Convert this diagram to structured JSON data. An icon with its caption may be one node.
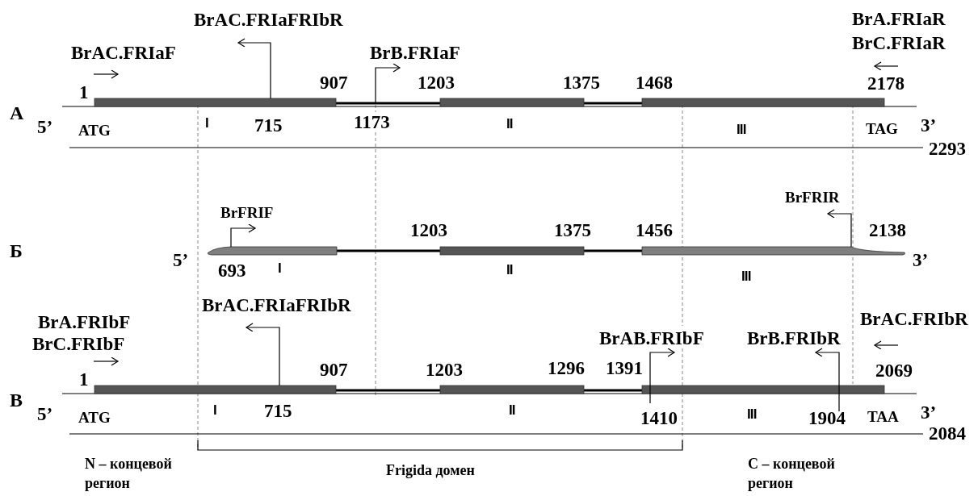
{
  "diagram": {
    "labels": [
      "BrAC.FRIaFRIbR",
      "BrA.FRIaR",
      "BrC.FRIaR",
      "BrAC.FRIaF",
      "BrB.FRIaF",
      "1",
      "907",
      "1203",
      "1375",
      "1468",
      "2178",
      "А",
      "5’",
      "ATG",
      "I",
      "715",
      "1173",
      "II",
      "III",
      "TAG",
      "3’",
      "2293",
      "BrFRIR",
      "BrFRIF",
      "1203",
      "1375",
      "1456",
      "2138",
      "Б",
      "5’",
      "3’",
      "693",
      "I",
      "II",
      "III",
      "BrAC.FRIaFRIbR",
      "BrA.FRIbF",
      "BrAC.FRIbR",
      "BrC.FRIbF",
      "BrAB.FRIbF",
      "BrB.FRIbR",
      "1",
      "907",
      "1203",
      "1296",
      "1391",
      "2069",
      "В",
      "5’",
      "ATG",
      "I",
      "715",
      "II",
      "1410",
      "III",
      "1904",
      "TAA",
      "3’",
      "2084",
      "N – концевой регион",
      "Frigida домен",
      "С – концевой регион"
    ]
  }
}
